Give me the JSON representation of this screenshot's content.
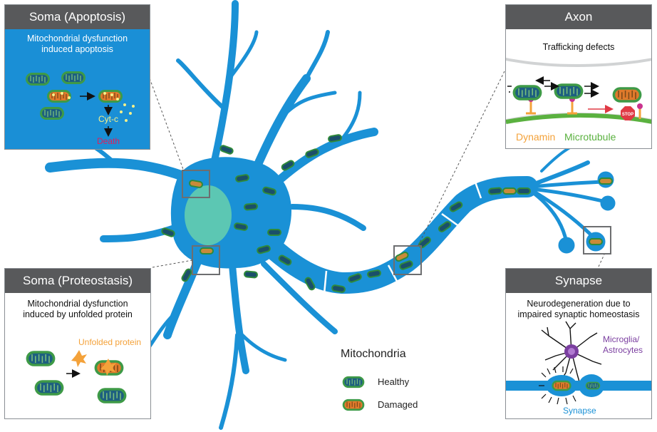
{
  "panels": {
    "soma_apoptosis": {
      "title": "Soma (Apoptosis)",
      "caption_line1": "Mitochondrial dysfunction",
      "caption_line2": "induced apoptosis",
      "cytc_label": "Cyt-c",
      "death_label": "Death"
    },
    "soma_proteostasis": {
      "title": "Soma (Proteostasis)",
      "caption_line1": "Mitochondrial dysfunction",
      "caption_line2": "induced by unfolded protein",
      "unfolded_label": "Unfolded protein"
    },
    "axon": {
      "title": "Axon",
      "caption": "Trafficking defects",
      "dynamin_label": "Dynamin",
      "microtubule_label": "Microtubule",
      "stop_label": "STOP"
    },
    "synapse": {
      "title": "Synapse",
      "caption_line1": "Neurodegeneration due to",
      "caption_line2": "impaired synaptic homeostasis",
      "glia_line1": "Microglia/",
      "glia_line2": "Astrocytes",
      "synapse_label": "Synapse"
    }
  },
  "legend": {
    "title": "Mitochondria",
    "healthy": "Healthy",
    "damaged": "Damaged"
  },
  "colors": {
    "neuron": "#1a91d6",
    "panel_blue": "#1a8fd6",
    "nucleus": "#5cc7b3",
    "mito_outer": "#3e9a47",
    "mito_healthy_inner": "#1d5f80",
    "mito_damaged_inner": "#e07a2b",
    "header": "#58595b",
    "dynamin": "#f4a23a",
    "microtubule": "#5ab13f",
    "stop": "#e03a45",
    "glia": "#7b3fa0",
    "death": "#e01e5a",
    "cytc": "#f6f08a"
  }
}
